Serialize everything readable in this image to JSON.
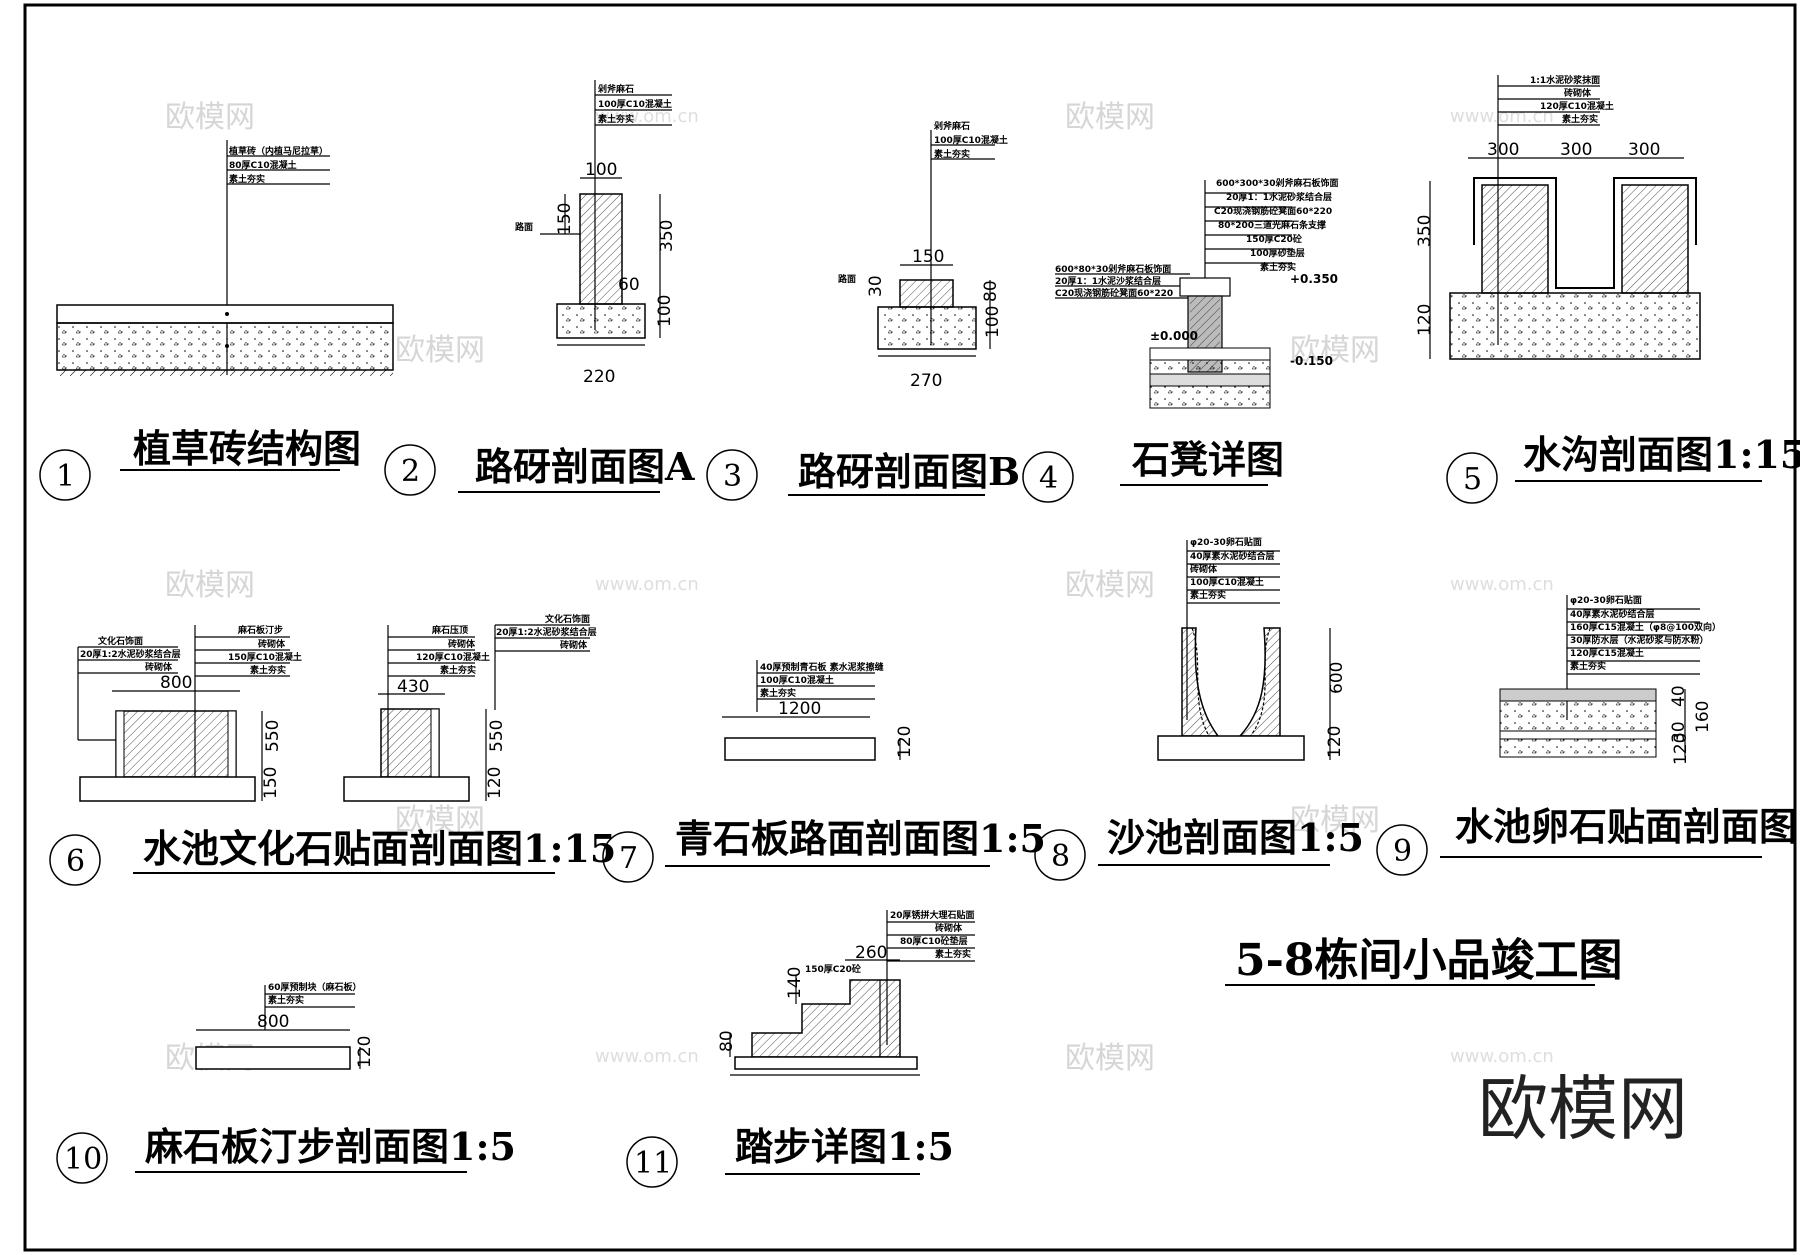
{
  "sheet_title": "5-8栋间小品竣工图",
  "brand_mark": "欧模网",
  "watermark": {
    "text": "欧模网",
    "url": "www.om.cn"
  },
  "details": [
    {
      "num": "1",
      "title": "植草砖结构图",
      "labels": [
        "植草砖（内植马尼拉草）",
        "80厚C10混凝土",
        "素土夯实"
      ]
    },
    {
      "num": "2",
      "title": "路砑剖面图A",
      "labels": [
        "剁斧麻石",
        "100厚C10混凝土",
        "素土夯实"
      ],
      "side_label": "路面",
      "dims": [
        "100",
        "150",
        "350",
        "60",
        "100",
        "220"
      ]
    },
    {
      "num": "3",
      "title": "路砑剖面图B",
      "labels": [
        "剁斧麻石",
        "100厚C10混凝土",
        "素土夯实"
      ],
      "side_label": "路面",
      "dims": [
        "150",
        "30",
        "80",
        "100",
        "270"
      ]
    },
    {
      "num": "4",
      "title": "石凳详图",
      "labels": [
        "600*300*30剁斧麻石板饰面",
        "20厚1：1水泥砂浆结合层",
        "C20现浇钢筋砼凳面60*220",
        "80*200三道光麻石条支撑",
        "150厚C20砼",
        "100厚砂垫层",
        "素土夯实"
      ],
      "left_labels": [
        "600*80*30剁斧麻石板饰面",
        "20厚1：1水泥沙浆结合层",
        "C20现浇钢筋砼凳面60*220"
      ],
      "elevations": [
        "±0.000",
        "+0.350",
        "-0.150"
      ]
    },
    {
      "num": "5",
      "title": "水沟剖面图1:15",
      "labels": [
        "1:1水泥砂浆抹面",
        "砖砌体",
        "120厚C10混凝土",
        "素土夯实"
      ],
      "dims": [
        "300",
        "300",
        "300",
        "350",
        "120"
      ]
    },
    {
      "num": "6",
      "title": "水池文化石贴面剖面图1:15",
      "labels_left": [
        "文化石饰面",
        "20厚1:2水泥砂浆结合层",
        "砖砌体"
      ],
      "labels_mid": [
        "麻石板汀步",
        "砖砌体",
        "150厚C10混凝土",
        "素土夯实"
      ],
      "labels_right": [
        "麻石压顶",
        "砖砌体",
        "120厚C10混凝土",
        "素土夯实"
      ],
      "labels_far": [
        "文化石饰面",
        "20厚1:2水泥砂浆结合层",
        "砖砌体"
      ],
      "dims": [
        "800",
        "550",
        "150",
        "430",
        "550",
        "120"
      ]
    },
    {
      "num": "7",
      "title": "青石板路面剖面图1:5",
      "labels": [
        "40厚预制青石板  素水泥浆擦缝",
        "100厚C10混凝土",
        "素土夯实"
      ],
      "dims": [
        "1200",
        "120"
      ]
    },
    {
      "num": "8",
      "title": "沙池剖面图1:5",
      "labels": [
        "φ20-30卵石贴面",
        "40厚素水泥砂结合层",
        "砖砌体",
        "100厚C10混凝土",
        "素土夯实"
      ],
      "dims": [
        "600",
        "120"
      ]
    },
    {
      "num": "9",
      "title": "水池卵石贴面剖面图",
      "labels": [
        "φ20-30卵石贴面",
        "40厚素水泥砂结合层",
        "160厚C15混凝土（φ8@100双向）",
        "30厚防水层（水泥砂浆与防水粉）",
        "120厚C15混凝土",
        "素土夯实"
      ],
      "dims": [
        "40",
        "30",
        "160",
        "120"
      ]
    },
    {
      "num": "10",
      "title": "麻石板汀步剖面图1:5",
      "labels": [
        "60厚预制块（麻石板）",
        "素土夯实"
      ],
      "dims": [
        "800",
        "120"
      ]
    },
    {
      "num": "11",
      "title": "踏步详图1:5",
      "labels": [
        "20厚锈拼大理石贴面",
        "砖砌体",
        "80厚C10砼垫层",
        "素土夯实"
      ],
      "side_label": "150厚C20砼",
      "dims": [
        "260",
        "140",
        "80"
      ]
    }
  ]
}
